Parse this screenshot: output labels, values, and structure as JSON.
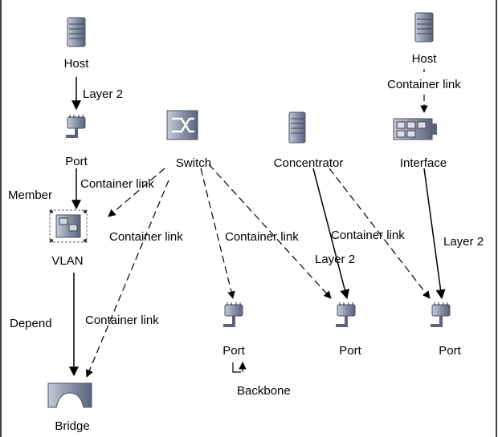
{
  "nodes": {
    "host_left": {
      "label": "Host",
      "icon": "server-tower-icon"
    },
    "host_right": {
      "label": "Host",
      "icon": "server-tower-icon"
    },
    "port_top_left": {
      "label": "Port",
      "icon": "port-plug-icon"
    },
    "switch": {
      "label": "Switch",
      "icon": "switch-arrows-icon"
    },
    "concentrator": {
      "label": "Concentrator",
      "icon": "server-tower-icon"
    },
    "interface": {
      "label": "Interface",
      "icon": "network-card-icon"
    },
    "vlan": {
      "label": "VLAN",
      "icon": "vlan-cluster-icon"
    },
    "port_mid": {
      "label": "Port",
      "icon": "port-plug-icon"
    },
    "port_right1": {
      "label": "Port",
      "icon": "port-plug-icon"
    },
    "port_right2": {
      "label": "Port",
      "icon": "port-plug-icon"
    },
    "bridge": {
      "label": "Bridge",
      "icon": "bridge-arch-icon"
    }
  },
  "edges": {
    "layer2_left": "Layer 2",
    "container_right": "Container link",
    "member": "Member",
    "container_switch_vlan": "Container link",
    "container_switch_bridge": "Container link",
    "container_switch_port": "Container link",
    "container_conc_port": "Container link",
    "layer2_conc": "Layer 2",
    "layer2_interface": "Layer 2",
    "depend": "Depend",
    "container_bridge": "Container link",
    "backbone": "Backbone"
  },
  "colors": {
    "line": "#000000",
    "icon_fill": "#8a93a8",
    "icon_dark": "#5b6478",
    "border": "#000000"
  }
}
